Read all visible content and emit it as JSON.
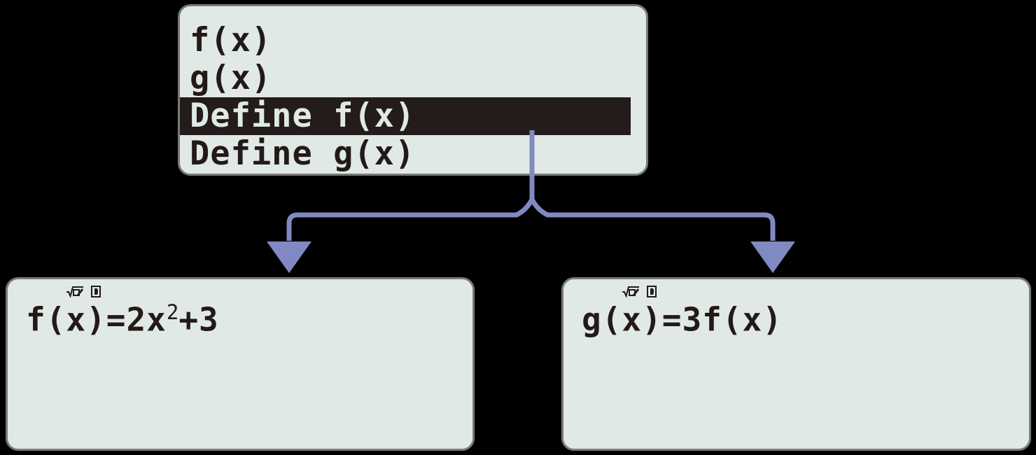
{
  "theme": {
    "background": "#000000",
    "screen_fill": "#E0E9E5",
    "screen_border": "#7A7A7A",
    "text_color": "#231A18",
    "highlight_fill": "#241C1A",
    "highlight_text": "#E0E9E5",
    "connector_color": "#8089C2"
  },
  "menu_screen": {
    "name": "function-definition-menu",
    "items": [
      {
        "label": "f(x)",
        "selected": false
      },
      {
        "label": "g(x)",
        "selected": false
      },
      {
        "label": "Define f(x)",
        "selected": true
      },
      {
        "label": "Define g(x)",
        "selected": false
      }
    ]
  },
  "fx_screen": {
    "name": "define-f-screen",
    "status_icons": [
      "math-radical-icon",
      "degree-mode-icon"
    ],
    "expression": {
      "before_exponent": "f(x)=2x",
      "exponent": "2",
      "after_exponent": "+3",
      "full_text": "f(x)=2x^2+3"
    }
  },
  "gx_screen": {
    "name": "define-g-screen",
    "status_icons": [
      "math-radical-icon",
      "degree-mode-icon"
    ],
    "expression": {
      "before_exponent": "g(x)=3f(x)",
      "exponent": "",
      "after_exponent": "",
      "full_text": "g(x)=3f(x)"
    }
  },
  "connector": {
    "name": "branching-arrow-connector",
    "from": "Define f(x)",
    "to": [
      "define-f-screen",
      "define-g-screen"
    ]
  }
}
